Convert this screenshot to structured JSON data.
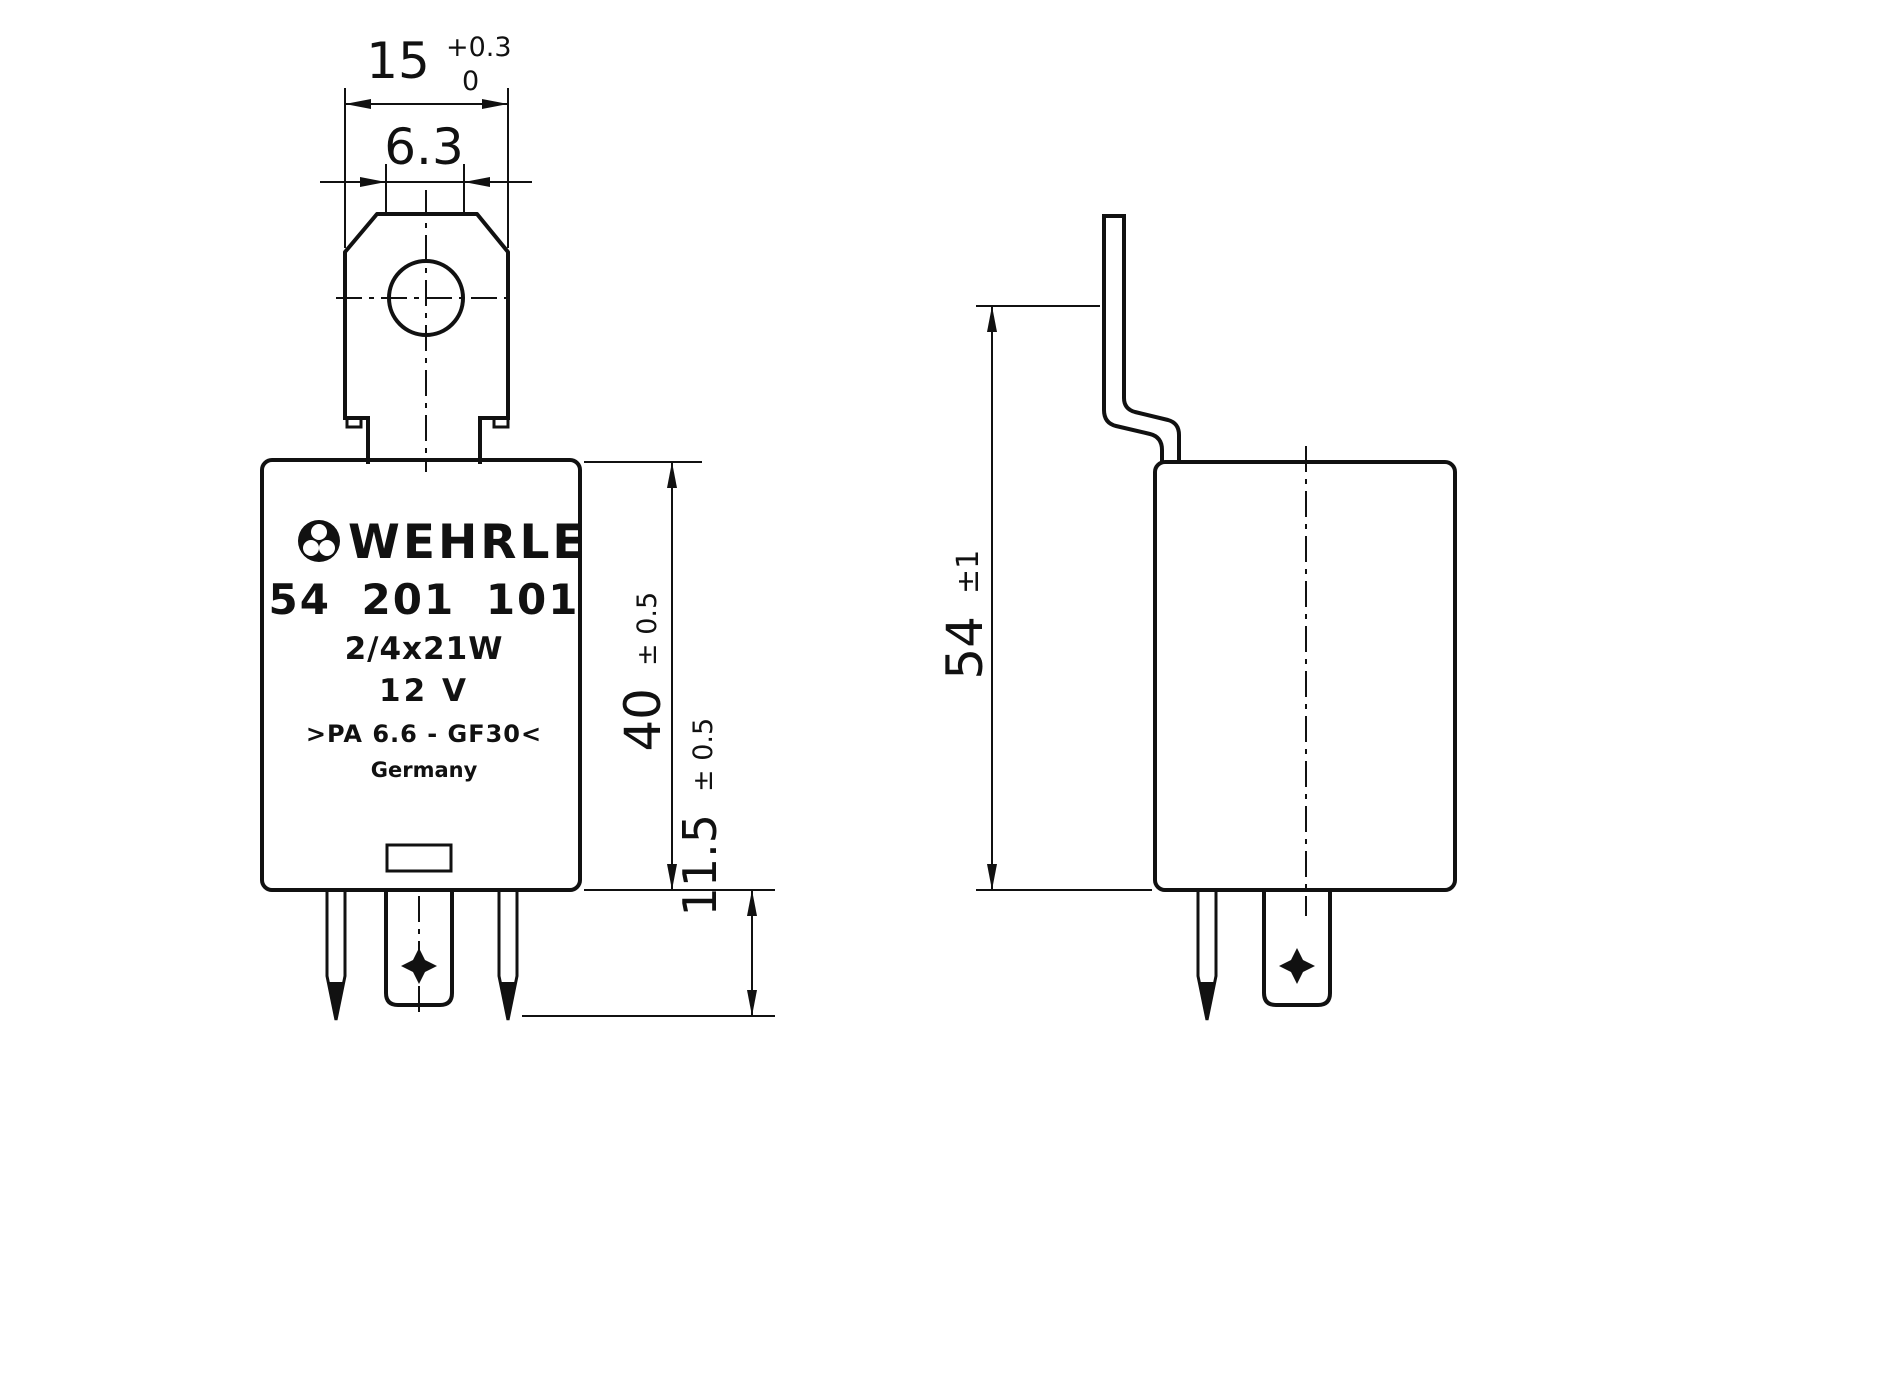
{
  "label": {
    "brand": "WEHRLE",
    "part_number": "54 201 101",
    "rating": "2/4x21W",
    "voltage": "12 V",
    "material": ">PA 6.6 - GF30<",
    "country": "Germany"
  },
  "dims": {
    "tab_width": "15",
    "tab_width_tol_plus": "+0.3",
    "tab_width_tol_zero": "0",
    "blade_width": "6.3",
    "body_height": "40",
    "body_height_tol": "± 0.5",
    "pin_length": "11.5",
    "pin_length_tol": "± 0.5",
    "overall_height": "54",
    "overall_height_tol": "±1"
  }
}
